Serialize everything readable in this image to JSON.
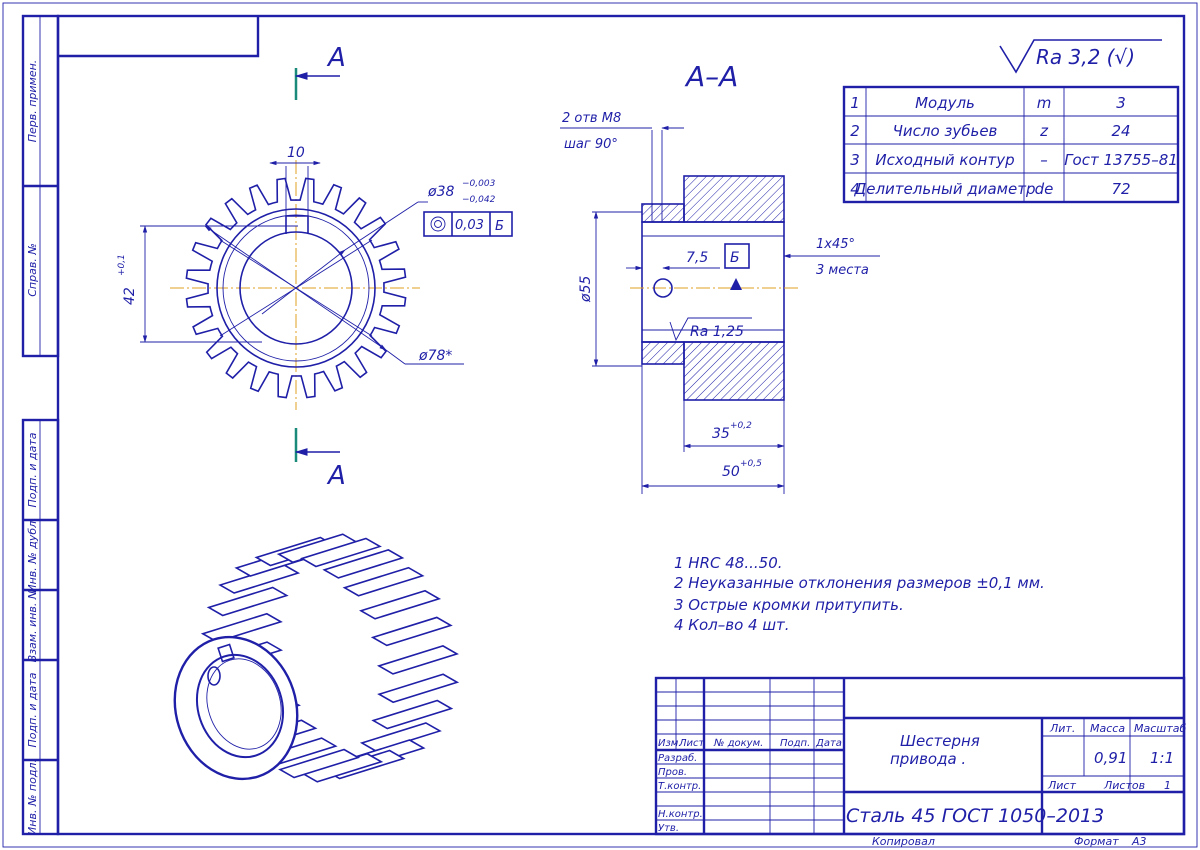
{
  "section_view": {
    "cut_label_top": "A",
    "cut_label_bottom": "A",
    "title": "A–A"
  },
  "roughness": {
    "general": "Ra 3,2 (√)",
    "bore": "Ra 1,25"
  },
  "gear_params": [
    {
      "n": "1",
      "name": "Модуль",
      "sym": "m",
      "val": "3"
    },
    {
      "n": "2",
      "name": "Число зубьев",
      "sym": "z",
      "val": "24"
    },
    {
      "n": "3",
      "name": "Исходный контур",
      "sym": "–",
      "val": "Гост 13755–81"
    },
    {
      "n": "4",
      "name": "Делительный диаметр",
      "sym": "de",
      "val": "72"
    }
  ],
  "dims": {
    "keyway_width": "10",
    "bore_diam": "ø38",
    "bore_tol_upper": "−0,003",
    "bore_tol_lower": "−0,042",
    "runout_tol": "0,03",
    "datum": "Б",
    "key_depth": "42",
    "key_depth_tol": "+0,1",
    "outer_diam": "ø78*",
    "holes_note": "2 отв М8",
    "holes_step": "шаг 90°",
    "hub_diam": "ø55",
    "hole_offset": "7,5",
    "chamfer": "1х45°",
    "chamfer_places": "3 места",
    "rim_width": "35",
    "rim_tol": "+0,2",
    "total_width": "50",
    "total_tol": "+0,5"
  },
  "notes": [
    "1 HRC 48...50.",
    "2 Неуказанные отклонения размеров ±0,1 мм.",
    "3 Острые кромки притупить.",
    "4 Кол–во 4 шт."
  ],
  "side_columns": [
    "Перв. примен.",
    "Справ. №",
    "Подп. и дата",
    "Инв. № дубл.",
    "Взам. инв. №",
    "Подп. и дата",
    "Инв. № подл."
  ],
  "title_block": {
    "headers": [
      "Изм.",
      "Лист",
      "№ докум.",
      "Подп.",
      "Дата"
    ],
    "roles": [
      "Разраб.",
      "Пров.",
      "Т.контр.",
      "Н.контр.",
      "Утв."
    ],
    "part_name_line1": "Шестерня",
    "part_name_line2": "привода .",
    "material": "Сталь 45 ГОСТ 1050–2013",
    "lit_label": "Лит.",
    "mass_label": "Масса",
    "scale_label": "Масштаб",
    "mass_value": "0,91",
    "scale_value": "1:1",
    "sheet_label": "Лист",
    "sheets_label": "Листов",
    "sheets_value": "1",
    "copied": "Копировал",
    "format_label": "Формат",
    "format_value": "А3"
  }
}
